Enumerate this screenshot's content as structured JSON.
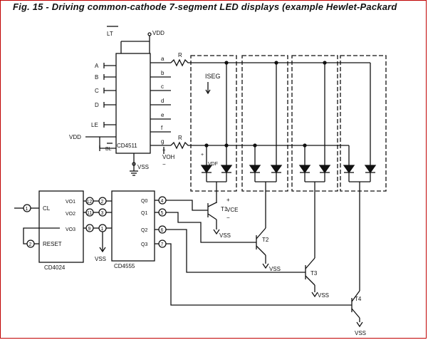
{
  "title": "Fig. 15  - Driving common-cathode 7-segment LED displays (example Hewlet-Packard",
  "decoder": {
    "name": "CD4511",
    "inputs": [
      "A",
      "B",
      "C",
      "D",
      "LE",
      "BL"
    ],
    "lt": "LT",
    "vdd_top": "VDD",
    "vdd_left": "VDD",
    "outputs": [
      "a",
      "b",
      "c",
      "d",
      "e",
      "f",
      "g"
    ],
    "vss": "VSS",
    "voh": "VOH",
    "voh_plus": "+",
    "voh_minus": "−"
  },
  "resistors": [
    "R",
    "R"
  ],
  "iseg": "ISEG",
  "vdf": "VDF",
  "vce": "VCE",
  "vce_plus": "+",
  "vce_minus": "−",
  "counter": {
    "name": "CD4024",
    "cl": "CL",
    "reset": "RESET",
    "outputs": [
      "VO1",
      "VO2",
      "VO3"
    ],
    "pin_cl": "1",
    "pin_reset": "2",
    "pins_out": [
      "12",
      "11",
      "9"
    ]
  },
  "demux": {
    "name": "CD4555",
    "inputs_pins": [
      "2",
      "3",
      "1"
    ],
    "outputs": [
      "Q0",
      "Q1",
      "Q2",
      "Q3"
    ],
    "pins_out": [
      "4",
      "5",
      "6",
      "7"
    ],
    "vss": "VSS"
  },
  "transistors": [
    "T1",
    "T2",
    "T3",
    "T4"
  ],
  "vss_labels": [
    "VSS",
    "VSS",
    "VSS",
    "VSS"
  ]
}
